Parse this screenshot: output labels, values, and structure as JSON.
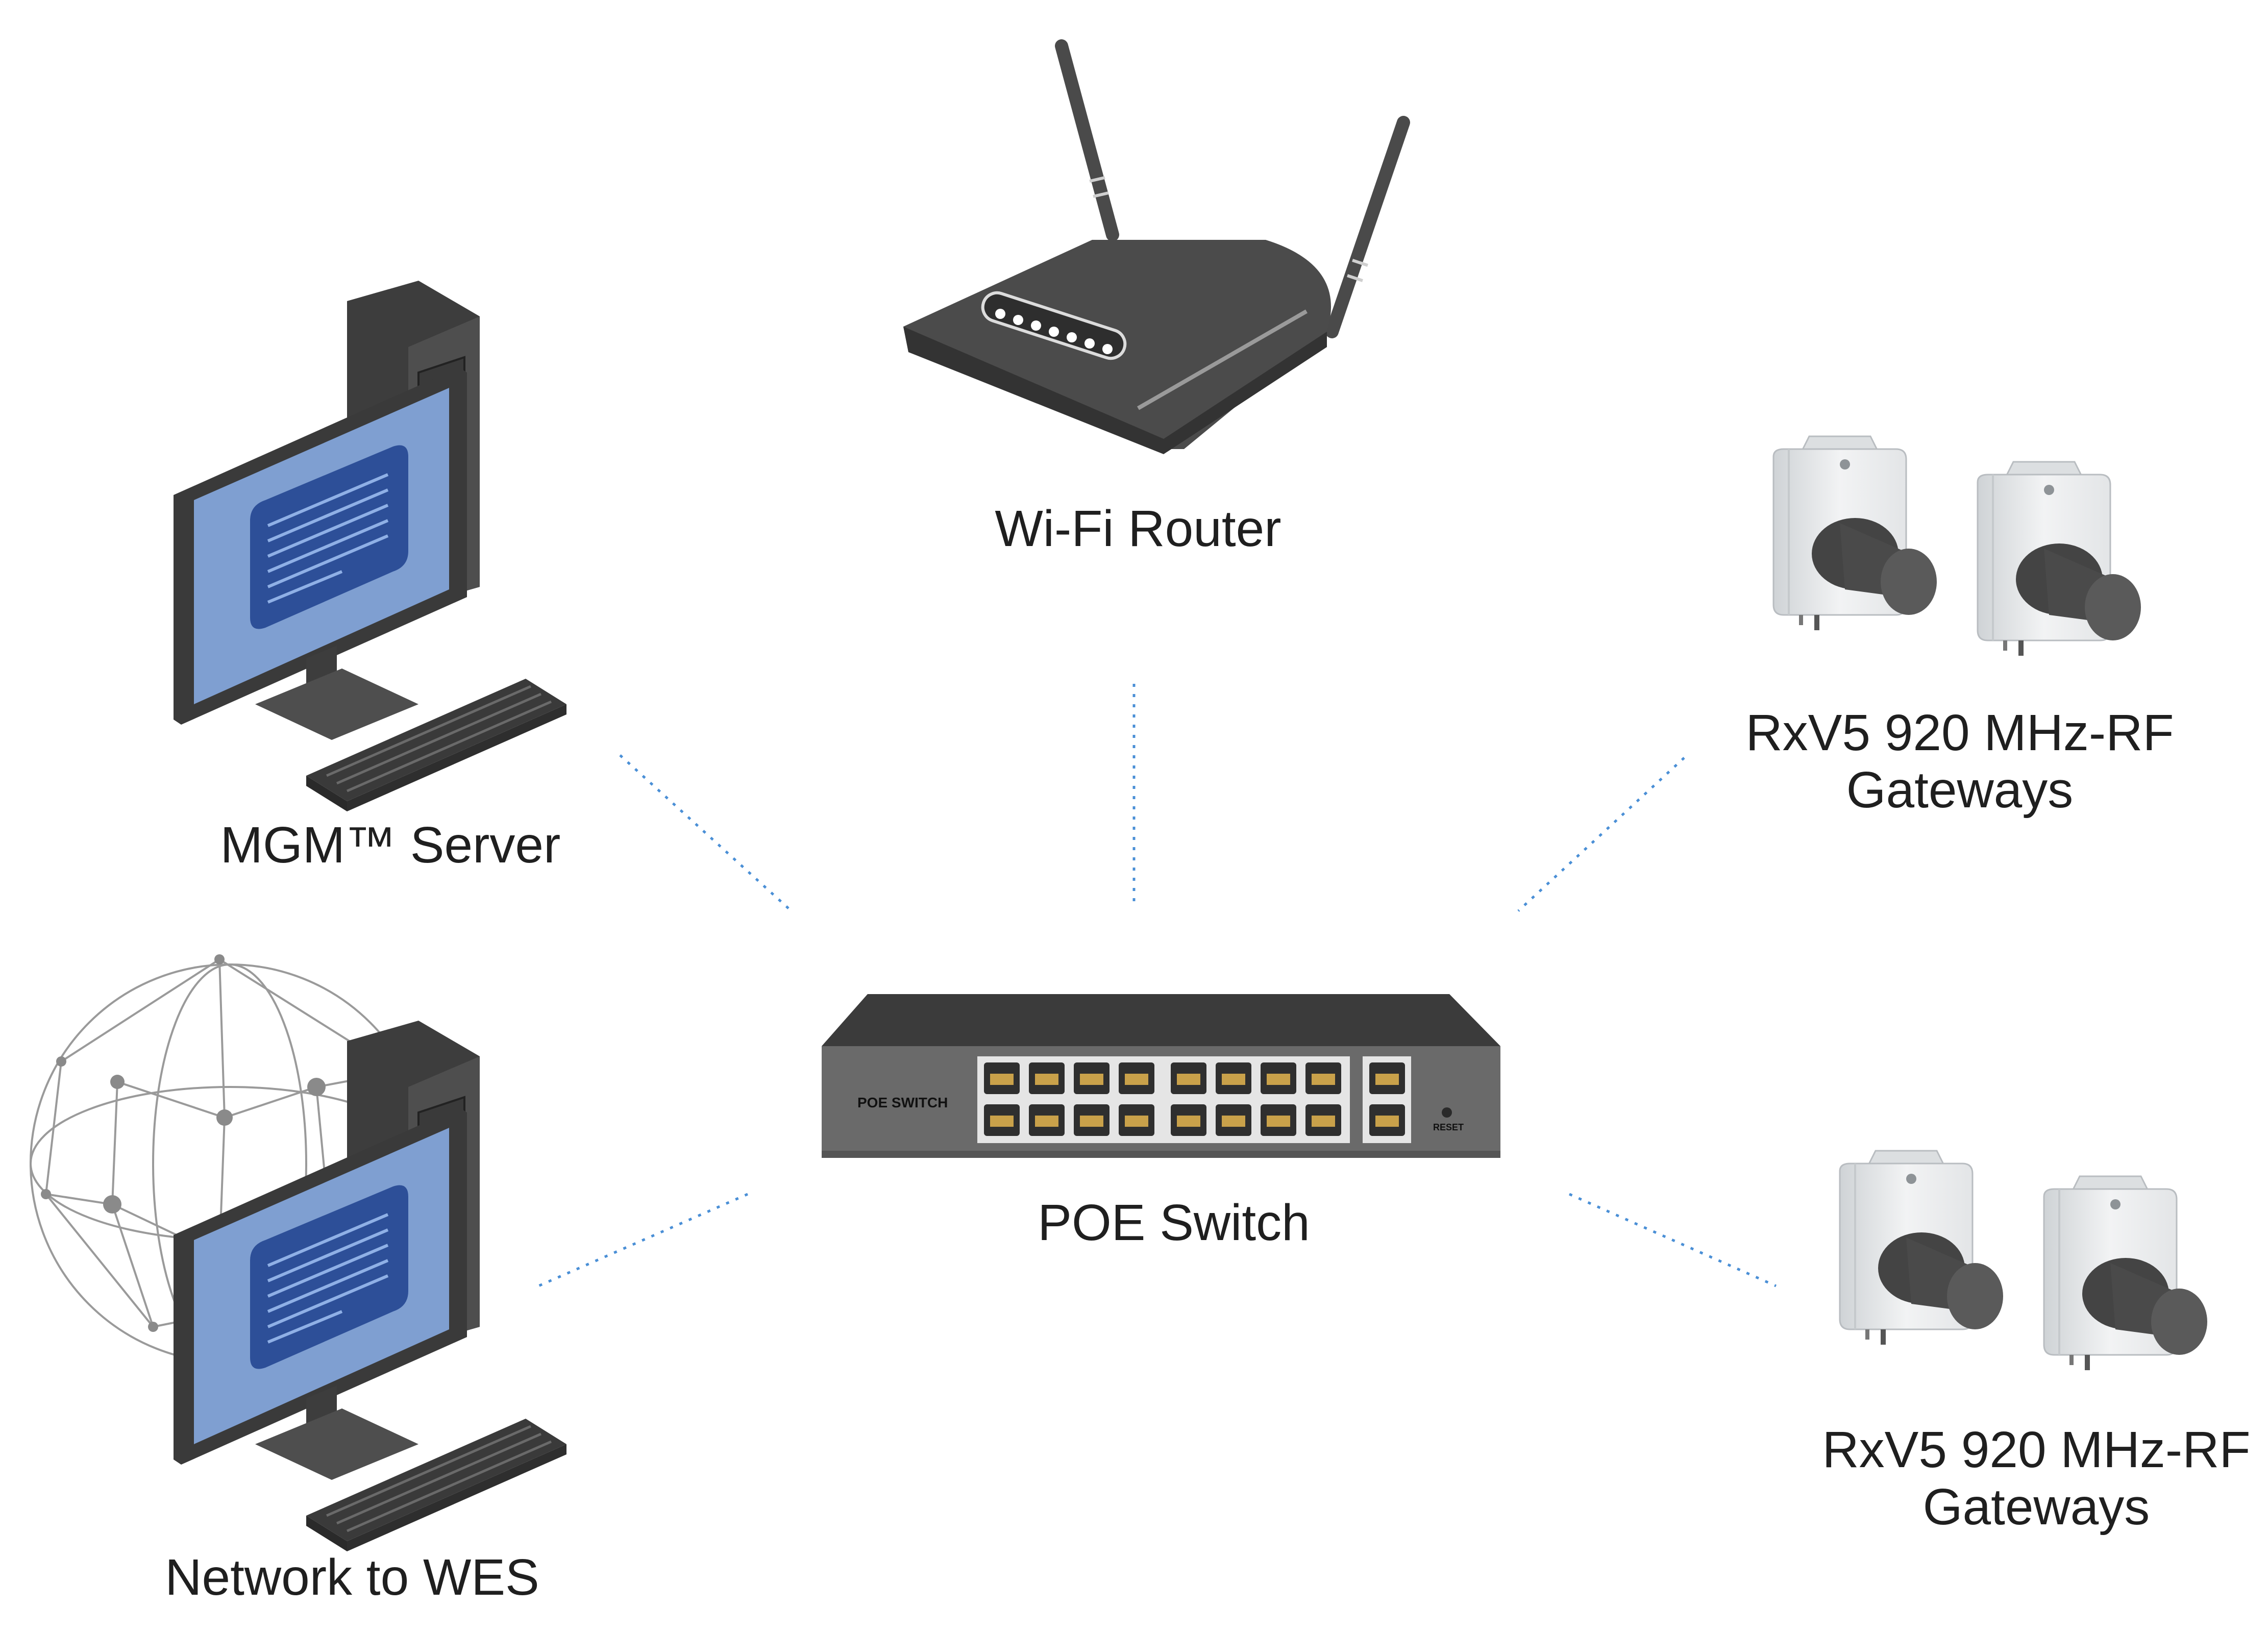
{
  "nodes": {
    "router": {
      "label": "Wi-Fi Router"
    },
    "server": {
      "label": "MGM™ Server"
    },
    "wes": {
      "label": "Network to WES"
    },
    "switch": {
      "label": "POE Switch",
      "panel_text": "POE SWITCH",
      "reset_text": "RESET"
    },
    "gateways_top": {
      "label_line1": "RxV5 920 MHz-RF",
      "label_line2": "Gateways"
    },
    "gateways_bottom": {
      "label_line1": "RxV5 920 MHz-RF",
      "label_line2": "Gateways"
    }
  },
  "colors": {
    "link": "#4a8fd6",
    "device_dark": "#4b4b4b",
    "device_mid": "#6a6a6a",
    "screen": "#7f9fd1",
    "screen_inner": "#2d4f98",
    "port_gold": "#c9a14a"
  },
  "icons": [
    "router-icon",
    "desktop-computer-icon",
    "globe-network-icon",
    "network-switch-icon",
    "rf-gateway-icon"
  ]
}
